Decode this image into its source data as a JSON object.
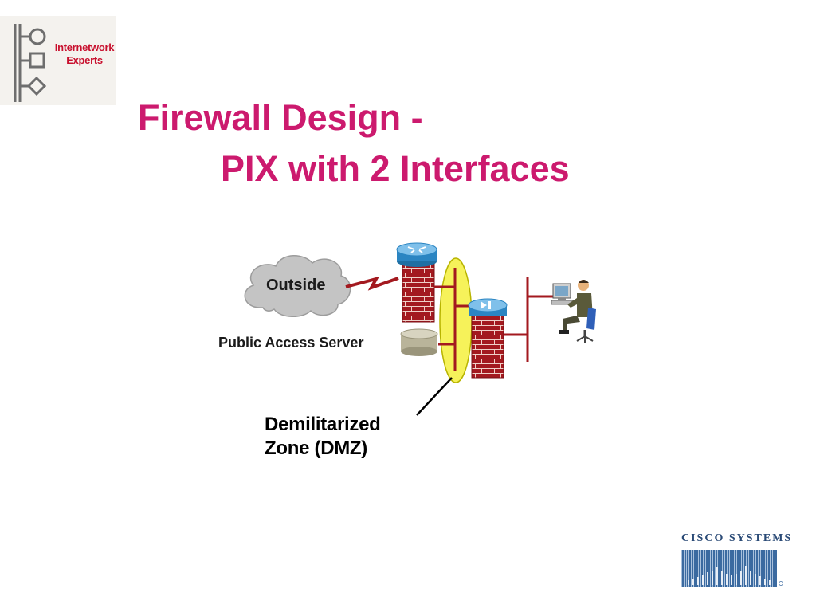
{
  "logo": {
    "line1": "Internetwork",
    "line2": "Experts"
  },
  "slide": {
    "title_line1": "Firewall Design -",
    "title_line2": "PIX with 2 Interfaces"
  },
  "diagram": {
    "cloud_label": "Outside",
    "server_label": "Public Access Server",
    "dmz_line1": "Demilitarized",
    "dmz_line2": "Zone (DMZ)"
  },
  "footer": {
    "company": "CISCO SYSTEMS"
  },
  "colors": {
    "title": "#cc1a6e",
    "brick": "#a3191f",
    "dmz": "#f6f25a",
    "cloud": "#c4c4c4",
    "logo_text": "#c8102e"
  }
}
